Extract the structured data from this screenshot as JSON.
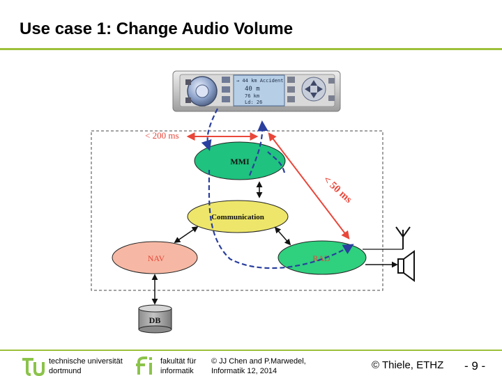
{
  "title": "Use case 1: Change Audio Volume",
  "colors": {
    "accent_green": "#9dc03a",
    "mmi_fill": "#1fc27e",
    "communication_fill": "#ede66a",
    "nav_fill": "#f6b8a4",
    "rad_fill": "#2fd07e",
    "deadline_arrow": "#e8473a",
    "flow_path": "#2a3f9e",
    "db_fill": "#a7a7a7"
  },
  "device": {
    "display_lines": [
      "→ 44 km Accident",
      "40 m",
      "76 km",
      "Ld: 26"
    ]
  },
  "diagram": {
    "timing_top": "< 200 ms",
    "timing_side": "< 50 ms",
    "nodes": {
      "mmi": "MMI",
      "communication": "Communication",
      "nav": "NAV",
      "rad": "RAD",
      "db": "DB"
    }
  },
  "footer": {
    "univ_line1": "technische universität",
    "univ_line2": "dortmund",
    "fac_line1": "fakultät für",
    "fac_line2": "informatik",
    "copy_line1": "© JJ Chen and  P.Marwedel,",
    "copy_line2": "Informatik 12,  2014",
    "credit": "© Thiele, ETHZ",
    "page": "- 9 -"
  }
}
